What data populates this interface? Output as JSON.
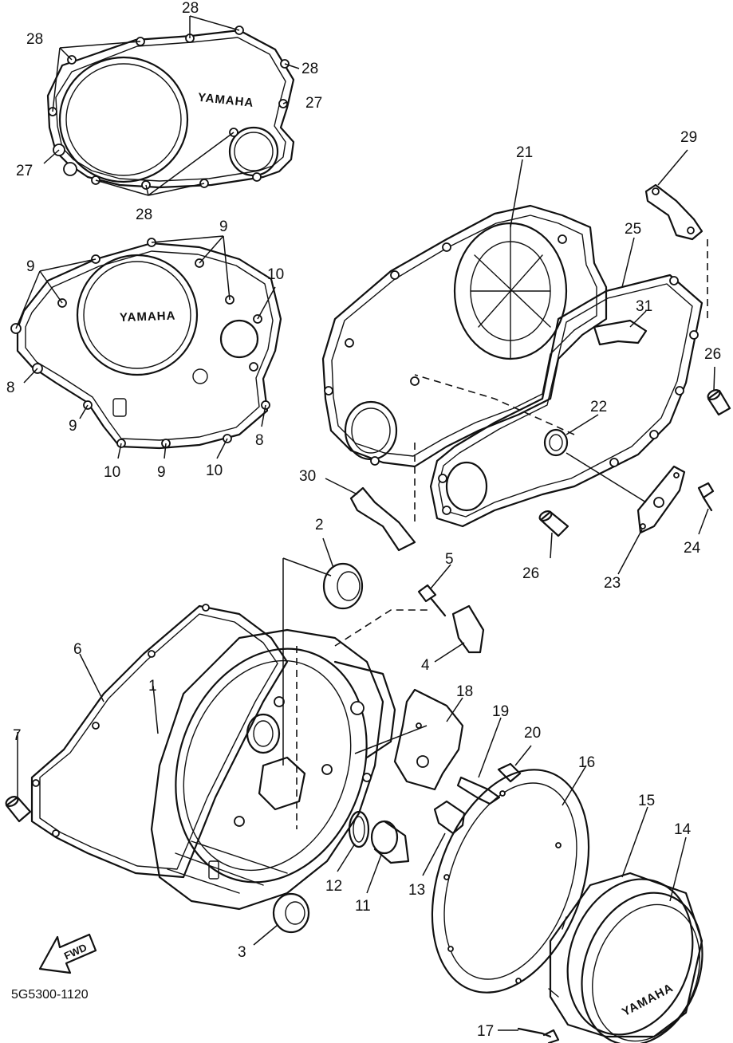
{
  "diagram": {
    "part_code": "5G5300-1120",
    "brand_mark": "YAMAHA",
    "forward_mark": "FWD",
    "callouts": {
      "c1": "1",
      "c2": "2",
      "c3": "3",
      "c4": "4",
      "c5": "5",
      "c6": "6",
      "c7": "7",
      "c8a": "8",
      "c8b": "8",
      "c9a": "9",
      "c9b": "9",
      "c9c": "9",
      "c9d": "9",
      "c10a": "10",
      "c10b": "10",
      "c10c": "10",
      "c11": "11",
      "c12": "12",
      "c13": "13",
      "c14": "14",
      "c15": "15",
      "c16": "16",
      "c17": "17",
      "c18": "18",
      "c19": "19",
      "c20": "20",
      "c21": "21",
      "c22": "22",
      "c23": "23",
      "c24": "24",
      "c25": "25",
      "c26a": "26",
      "c26b": "26",
      "c27a": "27",
      "c27b": "27",
      "c28a": "28",
      "c28b": "28",
      "c28c": "28",
      "c28d": "28",
      "c29": "29",
      "c30": "30",
      "c31": "31"
    }
  }
}
